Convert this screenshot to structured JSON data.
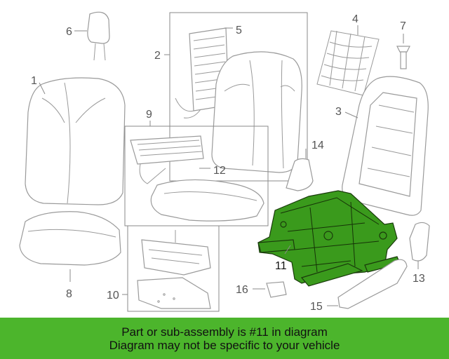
{
  "callouts": {
    "c1": "1",
    "c2": "2",
    "c3": "3",
    "c4": "4",
    "c5": "5",
    "c6": "6",
    "c7": "7",
    "c8": "8",
    "c9": "9",
    "c10": "10",
    "c11": "11",
    "c12": "12",
    "c13": "13",
    "c14": "14",
    "c15": "15",
    "c16": "16"
  },
  "highlight": {
    "part": "11",
    "color": "#3a9a1c"
  },
  "banner": {
    "line1": "Part or sub-assembly is #11 in diagram",
    "line2": "Diagram may not be specific to your vehicle",
    "color": "#4cb52c"
  }
}
